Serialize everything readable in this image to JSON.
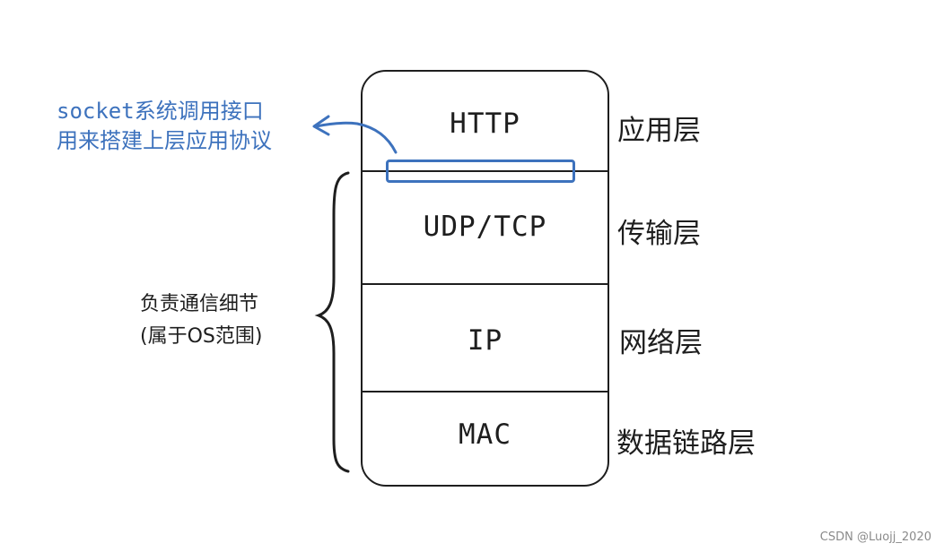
{
  "layers": [
    {
      "name": "HTTP",
      "label": "应用层"
    },
    {
      "name": "UDP/TCP",
      "label": "传输层"
    },
    {
      "name": "IP",
      "label": "网络层"
    },
    {
      "name": "MAC",
      "label": "数据链路层"
    }
  ],
  "socket_annotation": {
    "keyword": "socket",
    "line1_rest": "系统调用接口",
    "line2": "用来搭建上层应用协议"
  },
  "os_annotation": {
    "line1": "负责通信细节",
    "line2": "(属于OS范围)"
  },
  "watermark": "CSDN @Luojj_2020",
  "colors": {
    "accent": "#3d72bd",
    "ink": "#1e1e1e"
  }
}
